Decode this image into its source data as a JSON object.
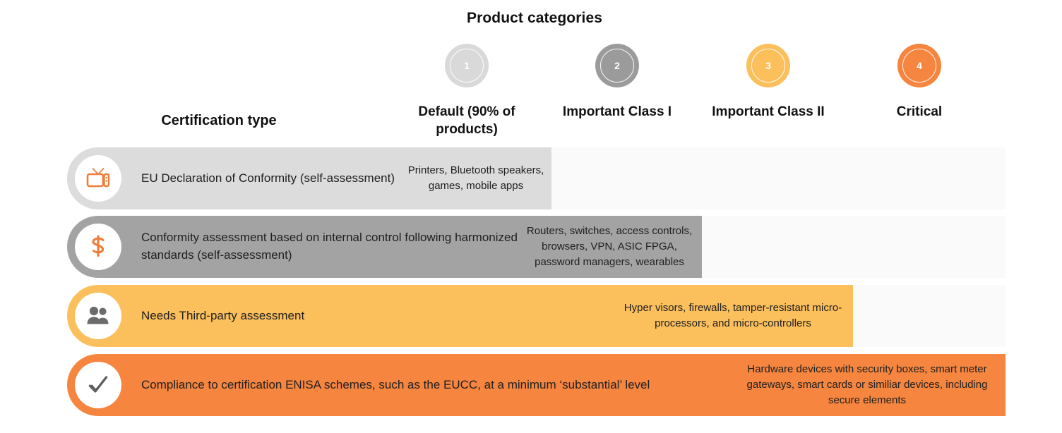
{
  "header": {
    "product_categories_title": "Product categories",
    "certification_type_label": "Certification type"
  },
  "colors": {
    "cat1": "#d9d9d9",
    "cat2": "#9b9b9b",
    "cat3": "#fbbf5c",
    "cat4": "#f5853f",
    "track": "#fafafa",
    "row1_fill": "#dcdcdc",
    "row2_fill": "#a3a3a3",
    "row3_fill": "#fbbf5c",
    "row4_fill": "#f5853f",
    "icon_orange": "#ed7d3a",
    "icon_gray": "#6b6b6b"
  },
  "categories": [
    {
      "number": "1",
      "label": "Default (90% of products)",
      "color": "#d9d9d9"
    },
    {
      "number": "2",
      "label": "Important Class I",
      "color": "#9b9b9b"
    },
    {
      "number": "3",
      "label": "Important Class II",
      "color": "#fbbf5c"
    },
    {
      "number": "4",
      "label": "Critical",
      "color": "#f5853f"
    }
  ],
  "rows": [
    {
      "icon": "tv-icon",
      "certification": "EU Declaration of Conformity (self-assessment)",
      "examples": "Printers, Bluetooth speakers, games, mobile apps",
      "fill_color": "#dcdcdc",
      "ring_color": "#d9d9d9"
    },
    {
      "icon": "dollar-icon",
      "certification": "Conformity assessment based on internal control following harmonized standards (self-assessment)",
      "examples": "Routers, switches, access controls, browsers, VPN, ASIC FPGA, password managers, wearables",
      "fill_color": "#a3a3a3",
      "ring_color": "#9b9b9b"
    },
    {
      "icon": "people-icon",
      "certification": "Needs Third-party assessment",
      "examples": "Hyper visors, firewalls, tamper-resistant micro-processors, and micro-controllers",
      "fill_color": "#fbbf5c",
      "ring_color": "#fbbf5c"
    },
    {
      "icon": "checkmark-icon",
      "certification": "Compliance to certification ENISA schemes, such as the EUCC, at a minimum ‘substantial’ level",
      "examples": "Hardware devices with security boxes, smart meter gateways, smart cards or similiar devices, including secure elements",
      "fill_color": "#f5853f",
      "ring_color": "#f5853f"
    }
  ]
}
